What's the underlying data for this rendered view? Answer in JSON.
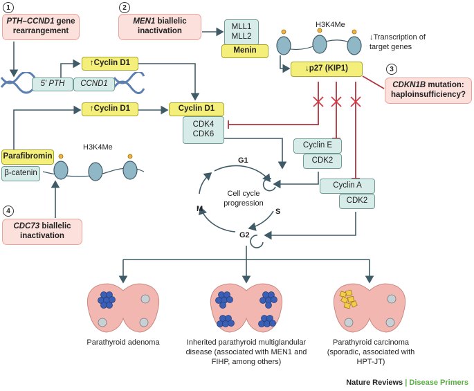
{
  "pathways": {
    "p1": {
      "number": "1",
      "title_italic": "PTH–CCND1",
      "title_rest": " gene rearrangement"
    },
    "p2": {
      "number": "2",
      "title_italic": "MEN1",
      "title_rest": " biallelic inactivation"
    },
    "p3": {
      "number": "3",
      "title_italic": "CDKN1B",
      "title_rest": " mutation: haploinsufficiency?"
    },
    "p4": {
      "number": "4",
      "title_italic": "CDC73",
      "title_rest": " biallelic inactivation"
    }
  },
  "gene_labels": {
    "pth": "5′ PTH",
    "ccnd1": "CCND1"
  },
  "proteins": {
    "mll1": "MLL1",
    "mll2": "MLL2",
    "menin": "Menin",
    "p27": "↓p27 (KIP1)",
    "cyclin_d1_up_a": "↑Cyclin D1",
    "cyclin_d1_up_b": "↑Cyclin D1",
    "cyclin_d1": "Cyclin D1",
    "cdk4": "CDK4",
    "cdk6": "CDK6",
    "cyclin_e": "Cyclin E",
    "cdk2_e": "CDK2",
    "cyclin_a": "Cyclin A",
    "cdk2_a": "CDK2",
    "parafibromin": "Parafibromin",
    "beta_catenin": "β-catenin"
  },
  "chromatin": {
    "h3k4me_top": "H3K4Me",
    "h3k4me_left": "H3K4Me",
    "transcription_note": "↓Transcription of target genes"
  },
  "cell_cycle": {
    "g1": "G1",
    "s": "S",
    "g2": "G2",
    "m": "M",
    "center_label": "Cell cycle progression"
  },
  "outcomes": [
    {
      "label": "Parathyroid adenoma"
    },
    {
      "label": "Inherited parathyroid multiglandular disease (associated with MEN1 and FIHP, among others)"
    },
    {
      "label": "Parathyroid carcinoma (sporadic, associated with HPT-JT)"
    }
  ],
  "footer": {
    "brand": "Nature Reviews",
    "separator": " | ",
    "section": "Disease Primers"
  },
  "colors": {
    "arrow": "#3f5b67",
    "inhibit": "#b0323c",
    "gland": "#f3b7b1",
    "tumor_blue": "#3a5fb5",
    "tumor_yellow": "#f2cd4a",
    "green": "#5aab45"
  }
}
